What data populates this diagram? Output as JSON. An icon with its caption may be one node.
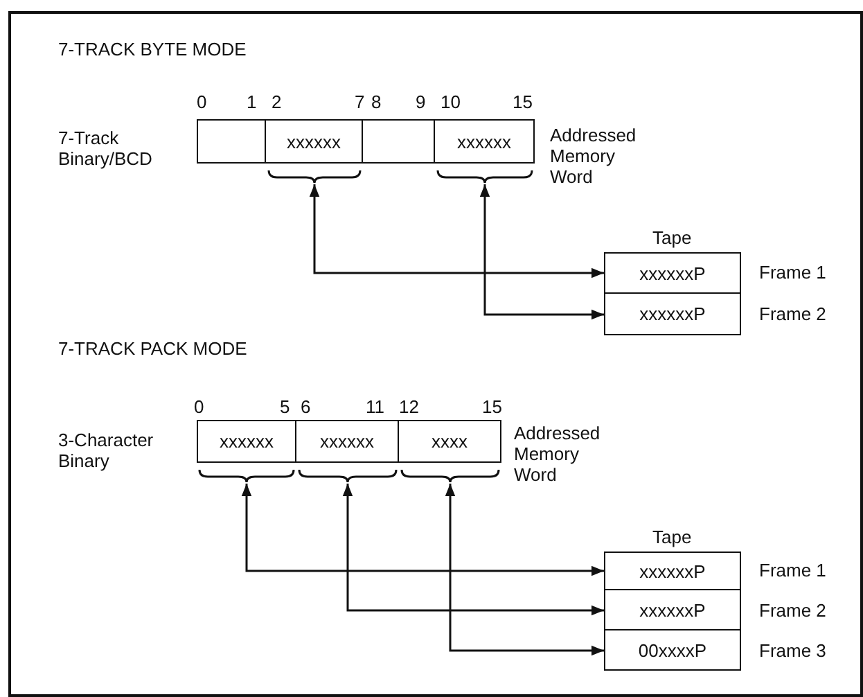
{
  "diagram": {
    "nodes": [
      {
        "text": [],
        "shape": "box"
      },
      {
        "text": [
          "xxxxxx"
        ]
      },
      {
        "text": [],
        "shape": "box"
      },
      {
        "text": [
          "xxxxxx"
        ]
      },
      {
        "text": [
          "xxxxxxP"
        ],
        "beside": [
          "Frame 1"
        ]
      },
      {
        "text": [
          "xxxxxxP"
        ],
        "beside": [
          "Frame 2"
        ]
      },
      {
        "text": [
          "xxxxxx"
        ]
      },
      {
        "text": [
          "xxxxxx"
        ]
      },
      {
        "text": [
          "xxxx"
        ]
      },
      {
        "text": [
          "xxxxxxP"
        ],
        "beside": [
          "Frame 1"
        ]
      },
      {
        "text": [
          "xxxxxxP"
        ],
        "beside": [
          "Frame 2"
        ]
      },
      {
        "text": [
          "00xxxxP"
        ],
        "beside": [
          "Frame 3"
        ]
      }
    ],
    "edges": [
      {
        "from": 1,
        "to": 4,
        "arrow": "both"
      },
      {
        "from": 3,
        "to": 5,
        "arrow": "both"
      },
      {
        "from": 6,
        "to": 9,
        "arrow": "both"
      },
      {
        "from": 7,
        "to": 10,
        "arrow": "both"
      },
      {
        "from": 8,
        "to": 11,
        "arrow": "both"
      }
    ],
    "labels": [
      "7-TRACK BYTE MODE",
      "0",
      "1",
      "2",
      "7",
      "8",
      "9",
      "10",
      "15",
      "7-Track Binary/BCD",
      "Addressed Memory Word",
      "Tape",
      "7-TRACK PACK MODE",
      "0",
      "5",
      "6",
      "11",
      "12",
      "15",
      "3-Character Binary",
      "Addressed Memory Word",
      "Tape"
    ]
  }
}
